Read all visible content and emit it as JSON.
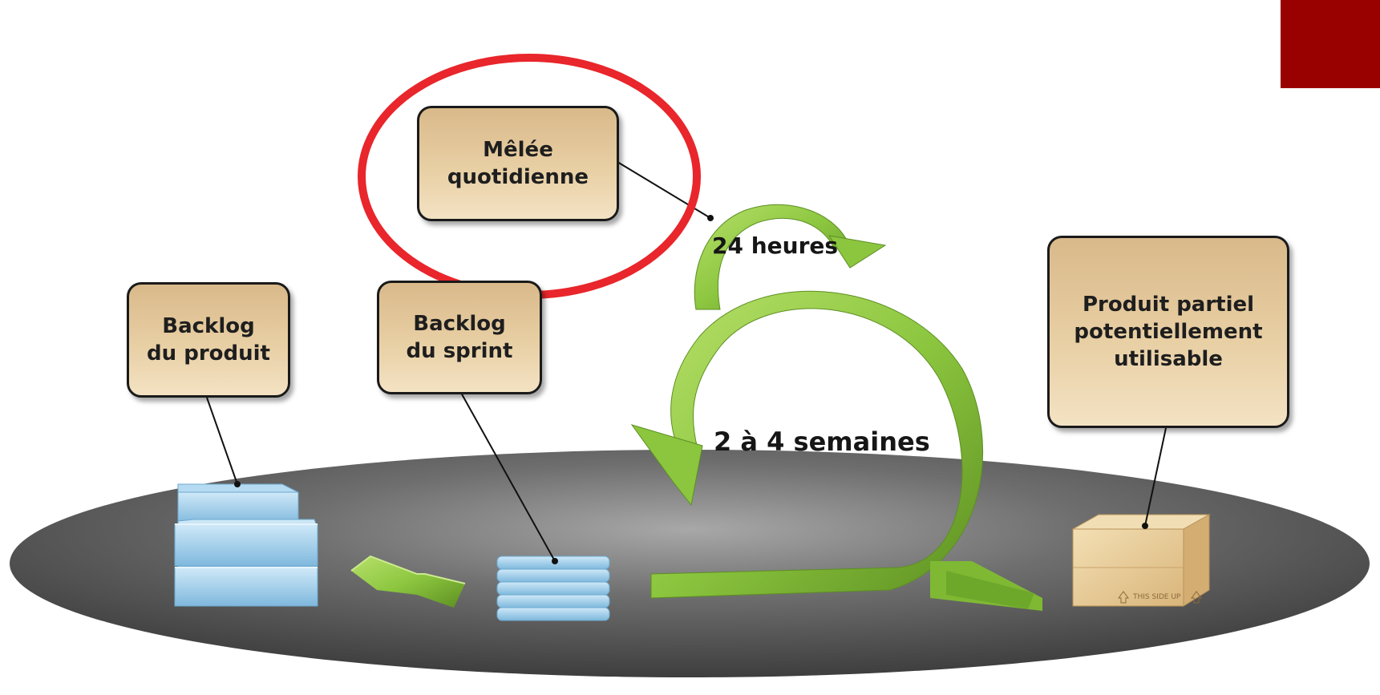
{
  "diagram": {
    "boxes": {
      "daily_scrum": "Mêlée\nquotidienne",
      "product_backlog": "Backlog\ndu produit",
      "sprint_backlog": "Backlog\ndu sprint",
      "increment": "Produit partiel\npotentiellement\nutilisable"
    },
    "cycle_labels": {
      "daily": "24 heures",
      "sprint": "2 à 4 semaines"
    },
    "box_stamp": "THIS SIDE UP"
  },
  "colors": {
    "highlight_circle": "#e8262b",
    "corner_block": "#990000",
    "arrow_green": "#8cc63f",
    "box_fill": "#e8cfa4",
    "platform": "#6b6b6b",
    "backlog_blocks": "#a8d4ee",
    "cardboard": "#e9cf9c"
  }
}
